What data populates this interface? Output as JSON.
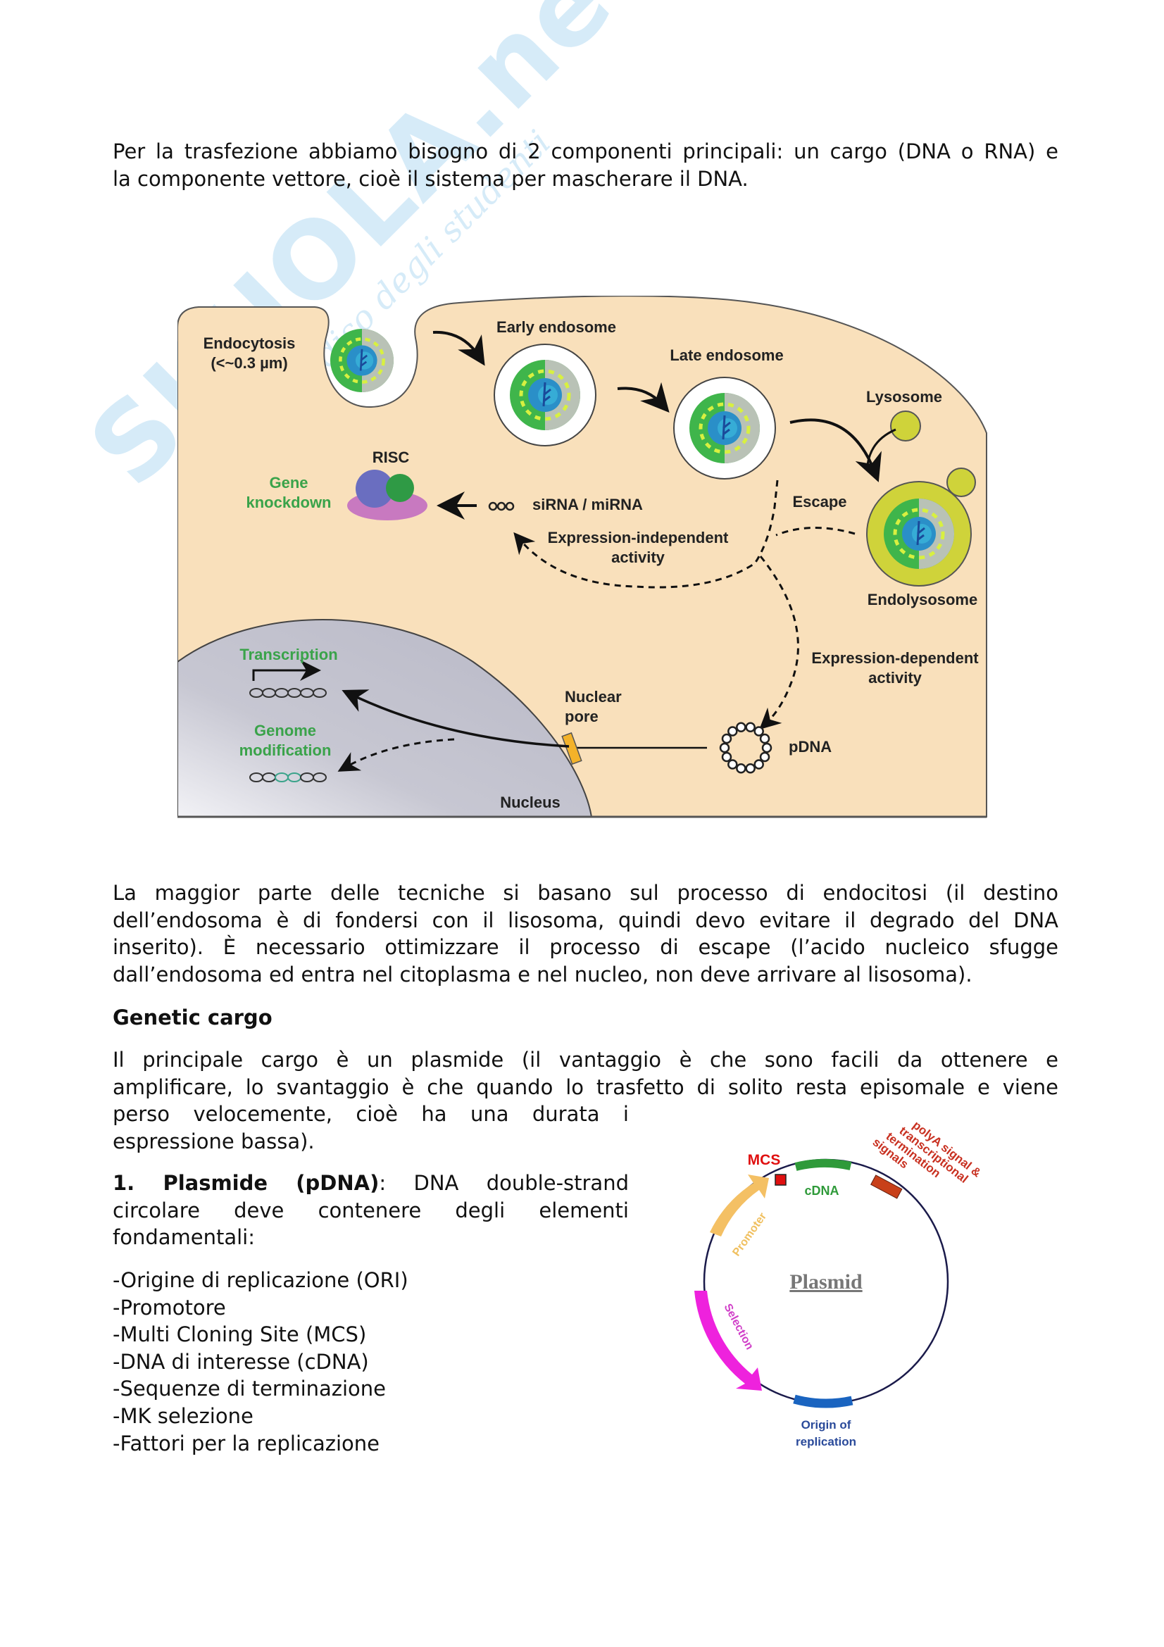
{
  "watermark": {
    "logo": "SKUOLA.net",
    "tagline": "il paradiso degli studenti"
  },
  "intro": {
    "lines": [
      "Per la trasfezione abbiamo bisogno di 2 componenti principali: un cargo (DNA o RNA) e",
      "la componente vettore, cioè il sistema per mascherare il DNA."
    ]
  },
  "diagram": {
    "endocytosis": "Endocytosis",
    "endocytosis_size": "(<~0.3 µm)",
    "early_endosome": "Early endosome",
    "late_endosome": "Late endosome",
    "lysosome": "Lysosome",
    "risc": "RISC",
    "gene": "Gene",
    "knockdown": "knockdown",
    "sirna": "siRNA / miRNA",
    "escape": "Escape",
    "expr_indep_1": "Expression-independent",
    "expr_indep_2": "activity",
    "endolysosome": "Endolysosome",
    "expr_dep_1": "Expression-dependent",
    "expr_dep_2": "activity",
    "transcription": "Transcription",
    "nuclear": "Nuclear",
    "pore": "pore",
    "genome": "Genome",
    "modification": "modification",
    "pdna": "pDNA",
    "nucleus": "Nucleus",
    "colors": {
      "cytoplasm": "#f9e0bb",
      "nucleus": "#c9c9d3",
      "green": "#3aa34a",
      "lysosome": "#cfd33a"
    }
  },
  "para2": {
    "lines": [
      "La maggior parte  delle  tecniche si basano sul processo di endocitosi (il destino",
      "dell’endosoma è di fondersi con il lisosoma, quindi devo evitare il degrado del DNA",
      "inserito). È necessario ottimizzare il processo di escape (l’acido nucleico sfugge",
      "dall’endosoma ed entra nel citoplasma e nel nucleo, non deve arrivare al lisosoma)."
    ]
  },
  "section": {
    "title": "Genetic cargo"
  },
  "para3": {
    "lines": [
      "Il principale cargo è un plasmide (il vantaggio è che sono facili da ottenere e",
      "amplificare, lo svantaggio è che quando lo trasfetto di solito resta episomale e viene",
      "perso velocemente, cioè ha una durata i",
      "espressione bassa)."
    ]
  },
  "plasmide": {
    "title": "1. Plasmide (pDNA)",
    "lines": [
      ": DNA double-strand",
      "circolare deve contenere degli elementi",
      "fondamentali:"
    ],
    "items": [
      "-Origine di replicazione (ORI)",
      "-Promotore",
      "-Multi Cloning Site (MCS)",
      "-DNA di interesse (cDNA)",
      "-Sequenze di terminazione",
      "-MK selezione",
      "-Fattori per la replicazione"
    ]
  },
  "plasmid_figure": {
    "title": "Plasmid",
    "mcs": "MCS",
    "cdna": "cDNA",
    "polya": [
      "polyA signal &",
      "transcriptional",
      "termination",
      "signals"
    ],
    "promoter": "Promoter",
    "selection": "Selection",
    "origin_1": "Origin of",
    "origin_2": "replication",
    "colors": {
      "mcs": "#e01010",
      "cdna": "#2f9a3a",
      "polya": "#c8401a",
      "promoter": "#f4c064",
      "selection": "#ee22dd",
      "origin": "#1a64c0"
    }
  }
}
